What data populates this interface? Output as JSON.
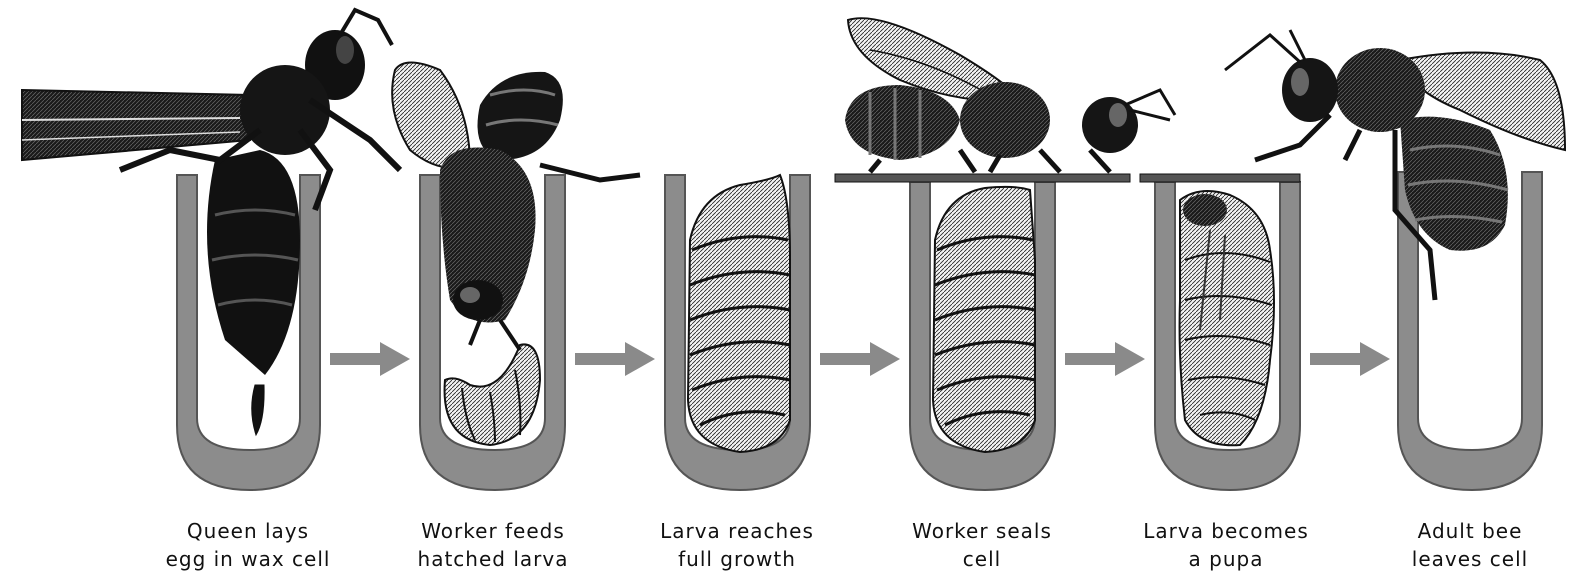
{
  "diagram": {
    "stages": [
      {
        "id": "egg",
        "caption_line1": "Queen lays",
        "caption_line2": "egg in wax cell"
      },
      {
        "id": "feeding",
        "caption_line1": "Worker feeds",
        "caption_line2": "hatched larva"
      },
      {
        "id": "larva",
        "caption_line1": "Larva reaches",
        "caption_line2": "full growth"
      },
      {
        "id": "sealed",
        "caption_line1": "Worker seals",
        "caption_line2": "cell"
      },
      {
        "id": "pupa",
        "caption_line1": "Larva becomes",
        "caption_line2": "a pupa"
      },
      {
        "id": "adult",
        "caption_line1": "Adult bee",
        "caption_line2": "leaves cell"
      }
    ],
    "colors": {
      "cell_wall": "#8c8c8c",
      "cell_outline": "#555555",
      "arrow": "#8a8a8a",
      "ink": "#111111",
      "larva_fill": "#f2f2f2"
    }
  }
}
